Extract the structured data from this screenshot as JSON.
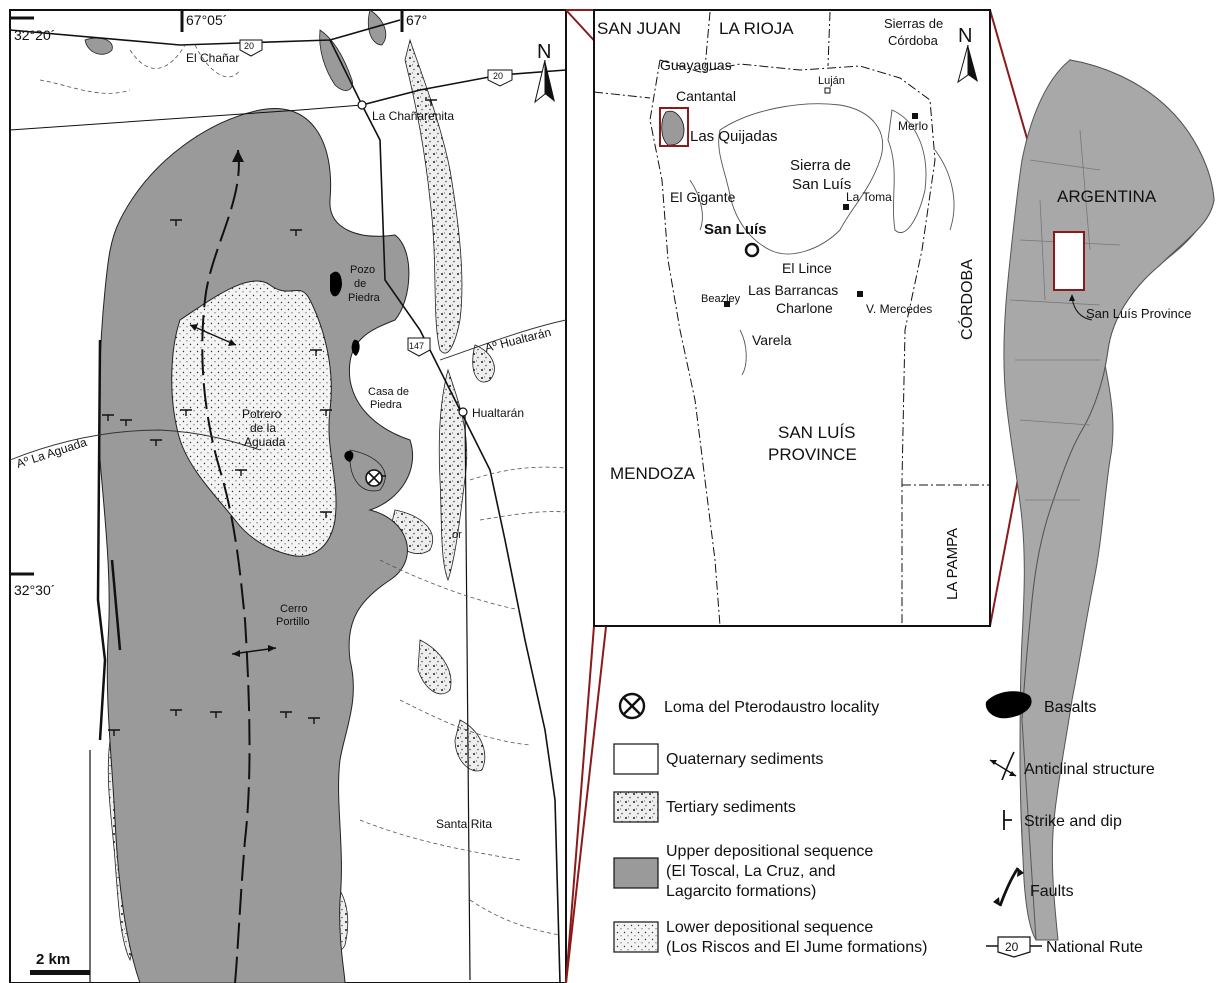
{
  "main_map": {
    "coords": {
      "lon_1": "67°05´",
      "lon_2": "67°",
      "lat_1": "32°20´",
      "lat_2": "32°30´"
    },
    "routes": {
      "r20": "20",
      "r147": "147"
    },
    "places": {
      "el_chanar": "El Chañar",
      "la_chanarenita": "La Chañarenita",
      "pozo_de_piedra": [
        "Pozo",
        "de",
        "Piedra"
      ],
      "hualtaran_river": "Aº Hualtarán",
      "casa_de_piedra": [
        "Casa de",
        "Piedra"
      ],
      "hualtaran": "Hualtarán",
      "la_aguada_river": "Aº La Aguada",
      "potrero": [
        "Potrero",
        "de la",
        "Aguada"
      ],
      "cerro_portillo": [
        "Cerro",
        "Portillo"
      ],
      "santa_rita": "Santa Rita",
      "partial_label": "or"
    },
    "north": "N",
    "scale": "2 km"
  },
  "inset_map": {
    "north": "N",
    "labels": {
      "san_juan": "SAN JUAN",
      "la_rioja": "LA RIOJA",
      "sierras_cordoba": [
        "Sierras de",
        "Córdoba"
      ],
      "guayaguas": "Guayaguas",
      "lujan": "Luján",
      "cantantal": "Cantantal",
      "las_quijadas": "Las Quijadas",
      "merlo": "Merlo",
      "sierra_san_luis": [
        "Sierra de",
        "San Luís"
      ],
      "el_gigante": "El Gigante",
      "la_toma": "La Toma",
      "san_luis_city": "San Luís",
      "cordoba": "CÓRDOBA",
      "el_lince": "El Lince",
      "las_barrancas": "Las Barrancas",
      "beazley": "Beazley",
      "charlone": "Charlone",
      "v_mercedes": "V. Mercedes",
      "varela": "Varela",
      "san_luis_province": [
        "SAN LUÍS",
        "PROVINCE"
      ],
      "mendoza": "MENDOZA",
      "la_pampa": "LA PAMPA"
    }
  },
  "country_map": {
    "argentina": "ARGENTINA",
    "province_callout": "San Luís Province"
  },
  "legend": {
    "locality": "Loma del Pterodaustro locality",
    "quaternary": "Quaternary sediments",
    "tertiary": "Tertiary sediments",
    "upper": [
      "Upper depositional sequence",
      "(El Toscal, La Cruz, and",
      "Lagarcito formations)"
    ],
    "lower": [
      "Lower depositional sequence",
      "(Los Riscos and El Jume formations)"
    ],
    "basalts": "Basalts",
    "anticlinal": "Anticlinal structure",
    "strike_dip": "Strike and dip",
    "faults": "Faults",
    "national_route": "National Rute",
    "route_badge": "20"
  },
  "colors": {
    "gray_unit": "#9a9a9a",
    "country_fill": "#a8a8a8",
    "frame_red": "#8b1a1a",
    "line": "#111111"
  }
}
